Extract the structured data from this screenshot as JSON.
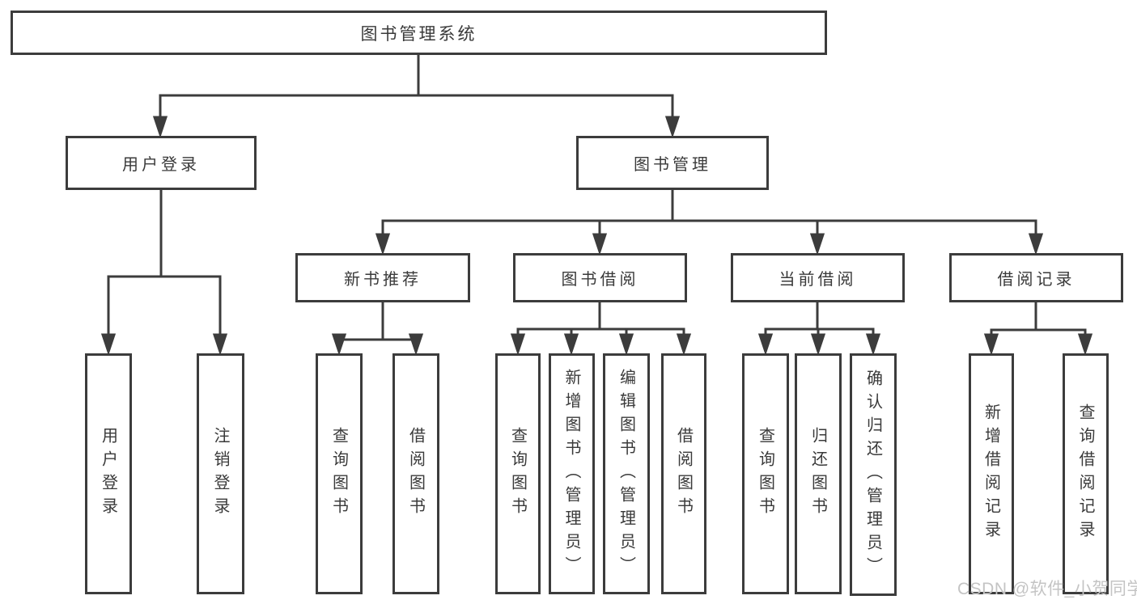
{
  "diagram": {
    "type": "tree",
    "colors": {
      "line": "#3c3c3c",
      "text": "#3a3a3a",
      "background": "#ffffff",
      "watermark_text": "#c4c4c4"
    },
    "tree": {
      "label": "图书管理系统",
      "children": [
        {
          "label": "用户登录",
          "children": [
            {
              "label": "用户登录"
            },
            {
              "label": "注销登录"
            }
          ]
        },
        {
          "label": "图书管理",
          "children": [
            {
              "label": "新书推荐",
              "children": [
                {
                  "label": "查询图书"
                },
                {
                  "label": "借阅图书"
                }
              ]
            },
            {
              "label": "图书借阅",
              "children": [
                {
                  "label": "查询图书"
                },
                {
                  "label": "新增图书（管理员）"
                },
                {
                  "label": "编辑图书（管理员）"
                },
                {
                  "label": "借阅图书"
                }
              ]
            },
            {
              "label": "当前借阅",
              "children": [
                {
                  "label": "查询图书"
                },
                {
                  "label": "归还图书"
                },
                {
                  "label": "确认归还（管理员）"
                }
              ]
            },
            {
              "label": "借阅记录",
              "children": [
                {
                  "label": "新增借阅记录"
                },
                {
                  "label": "查询借阅记录"
                }
              ]
            }
          ]
        }
      ]
    },
    "watermark": {
      "text": "CSDN @软件_小贺同学"
    }
  }
}
